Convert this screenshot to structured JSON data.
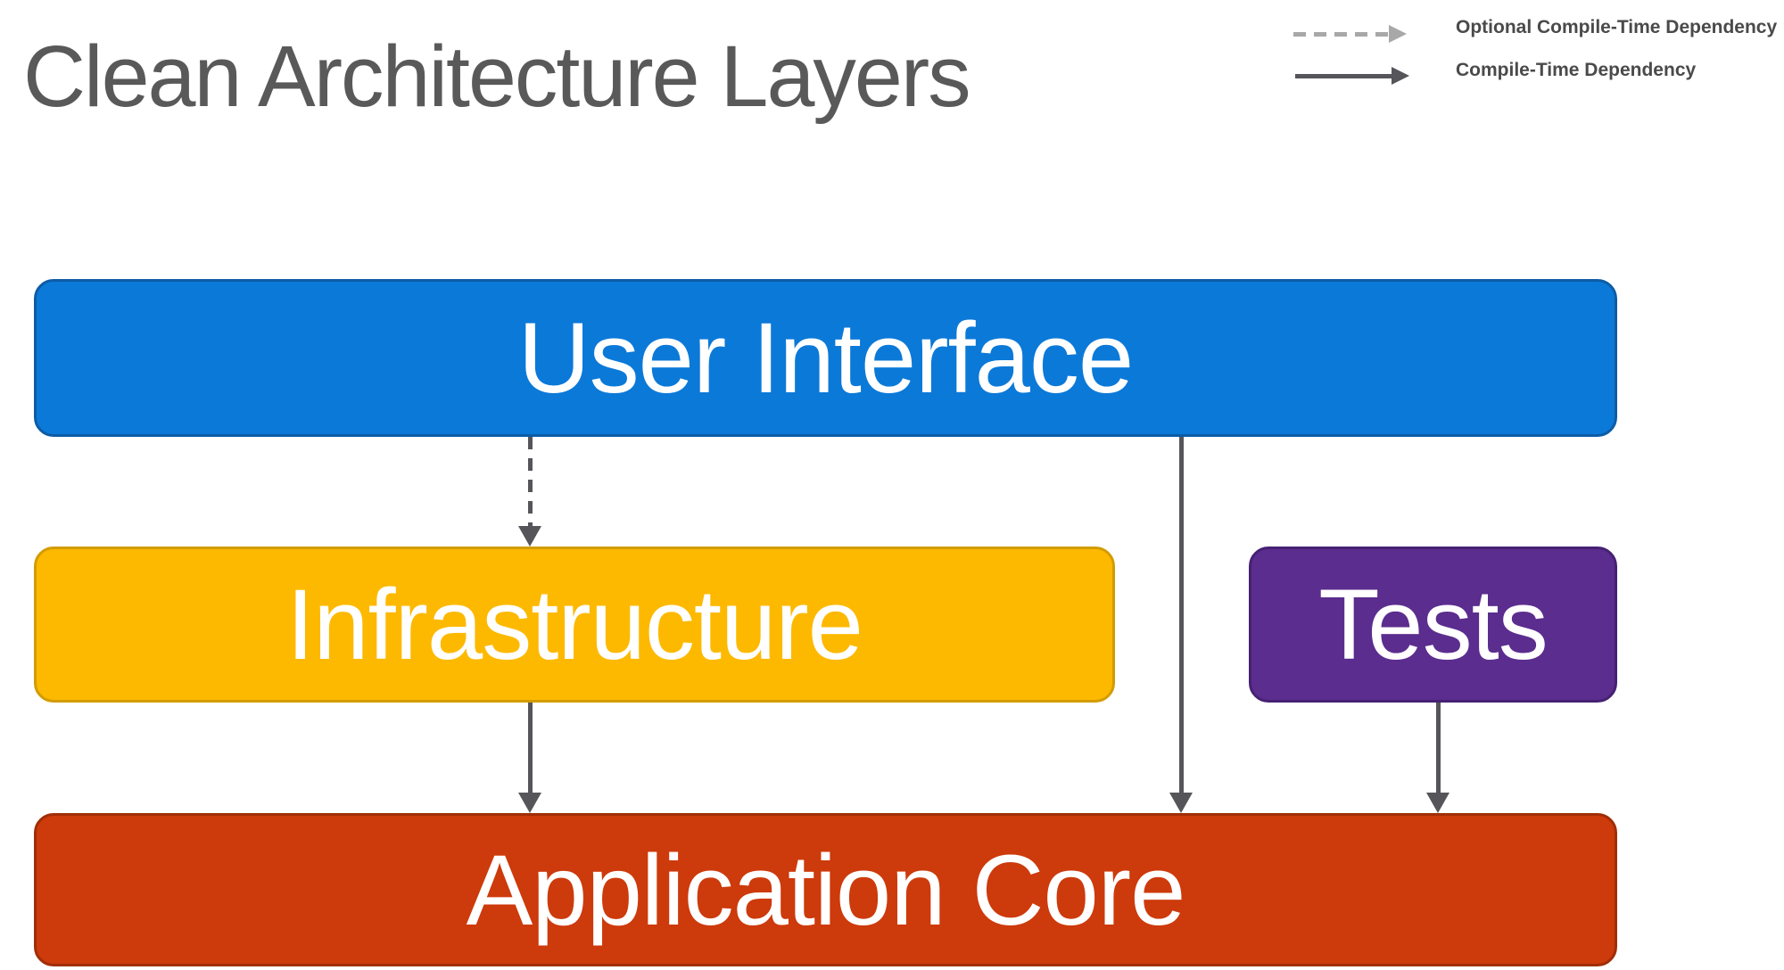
{
  "title": "Clean Architecture Layers",
  "title_color": "#595959",
  "legend": {
    "text_color": "#4a4a4a",
    "items": [
      {
        "id": "optional-compile-time-dependency",
        "label": "Optional Compile-Time Dependency",
        "line_style": "dashed",
        "arrow_color": "#a8a8a8"
      },
      {
        "id": "compile-time-dependency",
        "label": "Compile-Time Dependency",
        "line_style": "solid",
        "arrow_color": "#55555a"
      }
    ]
  },
  "diagram": {
    "arrow_color": "#55555a",
    "boxes": [
      {
        "id": "user-interface",
        "label": "User Interface",
        "fill": "#0b79d8",
        "border": "#0d5ca6",
        "text_color": "#ffffff"
      },
      {
        "id": "infrastructure",
        "label": "Infrastructure",
        "fill": "#fdb900",
        "border": "#d29c00",
        "text_color": "#ffffff"
      },
      {
        "id": "tests",
        "label": "Tests",
        "fill": "#5b2d8e",
        "border": "#462173",
        "text_color": "#ffffff"
      },
      {
        "id": "application-core",
        "label": "Application Core",
        "fill": "#cd3a0b",
        "border": "#a02e06",
        "text_color": "#ffffff"
      }
    ],
    "arrows": [
      {
        "from": "User Interface",
        "to": "Infrastructure",
        "type": "optional-compile-time-dependency",
        "style": "dashed"
      },
      {
        "from": "User Interface",
        "to": "Application Core",
        "type": "compile-time-dependency",
        "style": "solid"
      },
      {
        "from": "Infrastructure",
        "to": "Application Core",
        "type": "compile-time-dependency",
        "style": "solid"
      },
      {
        "from": "Tests",
        "to": "Application Core",
        "type": "compile-time-dependency",
        "style": "solid"
      }
    ]
  }
}
